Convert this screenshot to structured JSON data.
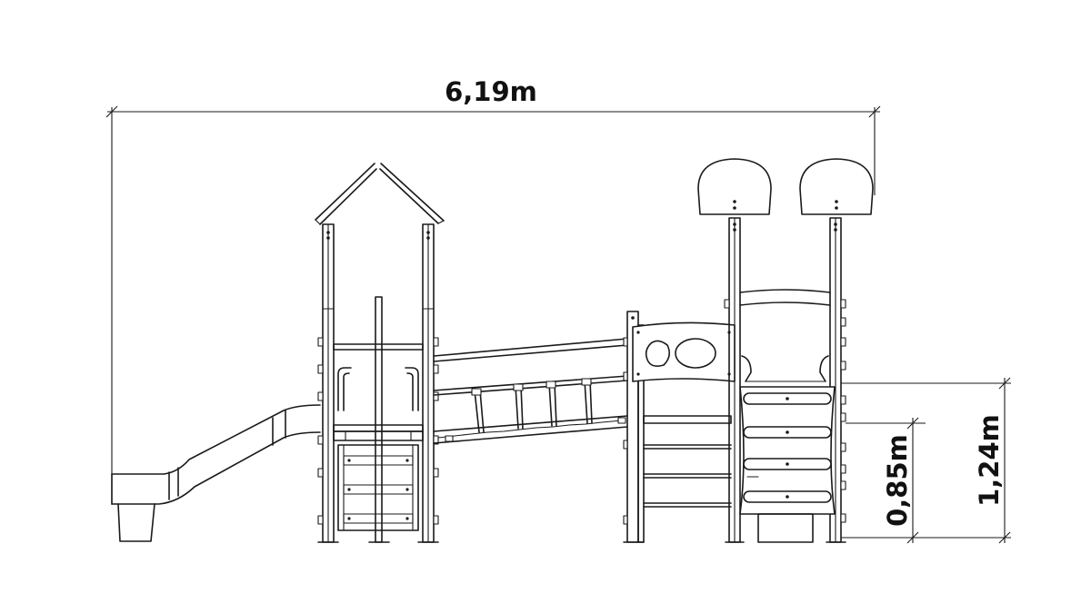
{
  "dimensions": {
    "width_label": "6,19m",
    "platform_height_label": "0,85m",
    "total_height_label": "1,24m"
  }
}
